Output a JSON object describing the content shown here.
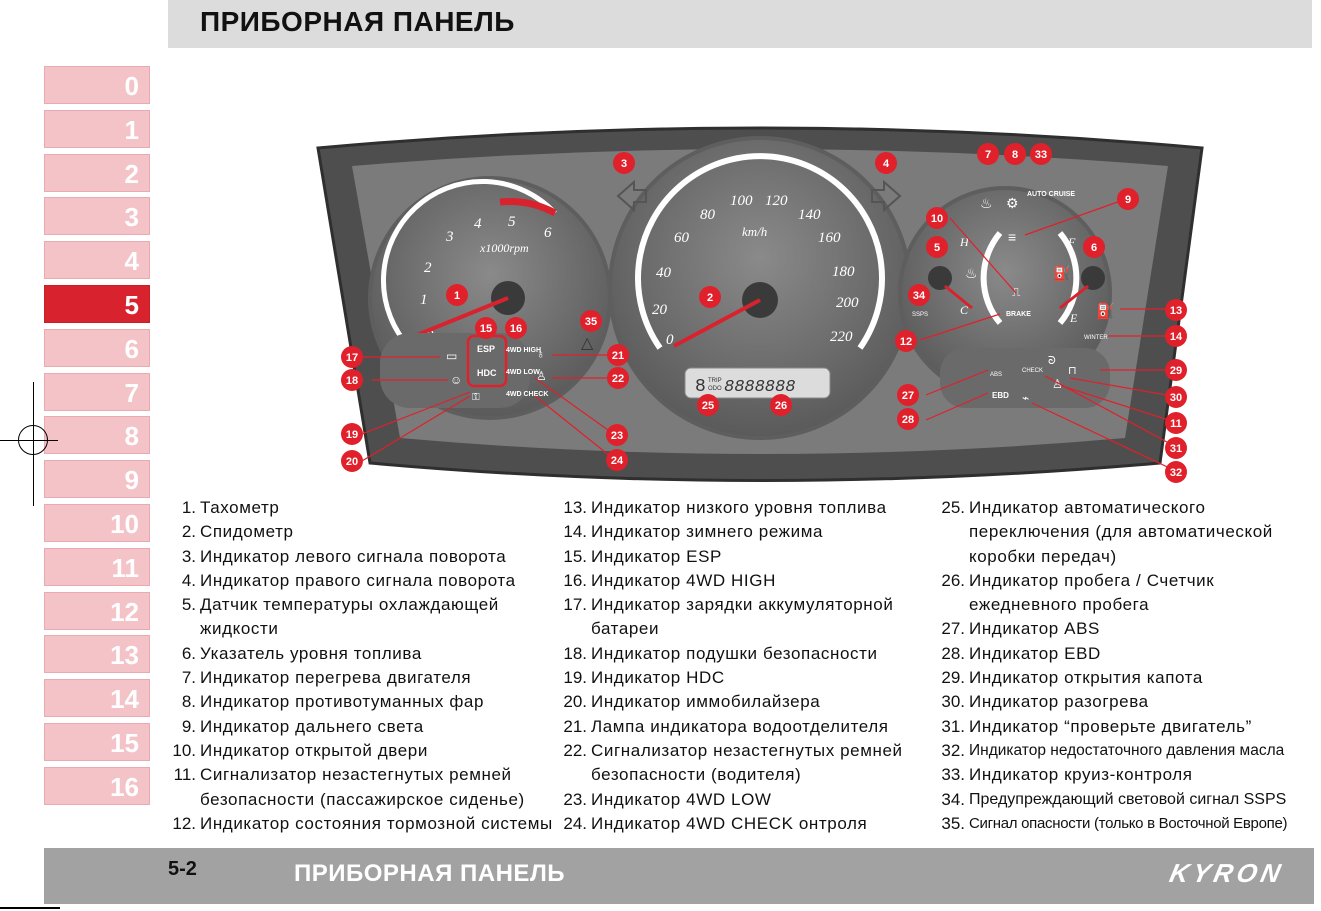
{
  "header": {
    "title": "ПРИБОРНАЯ ПАНЕЛЬ"
  },
  "chapters": [
    "0",
    "1",
    "2",
    "3",
    "4",
    "5",
    "6",
    "7",
    "8",
    "9",
    "10",
    "11",
    "12",
    "13",
    "14",
    "15",
    "16"
  ],
  "active_chapter": "5",
  "cluster": {
    "tach_ticks": [
      "0",
      "1",
      "2",
      "3",
      "4",
      "5",
      "6"
    ],
    "tach_unit": "x1000rpm",
    "speed_ticks": [
      "0",
      "20",
      "40",
      "60",
      "80",
      "100",
      "120",
      "140",
      "160",
      "180",
      "200",
      "220"
    ],
    "speed_unit": "km/h",
    "temp_labels": [
      "H",
      "C"
    ],
    "fuel_labels": [
      "F",
      "E"
    ],
    "lcd_trip": "TRIP",
    "lcd_odo": "ODO",
    "lcd_digit": "8",
    "lcd_digits": "8888888",
    "ind_esp": "ESP",
    "ind_hdc": "HDC",
    "ind_4wd_high": "4WD HIGH",
    "ind_4wd_low": "4WD LOW",
    "ind_4wd_check": "4WD CHECK",
    "ind_auto_cruise": "AUTO CRUISE",
    "ind_brake": "BRAKE",
    "ind_abs": "ABS",
    "ind_check": "CHECK",
    "ind_ebd": "EBD",
    "ind_winter": "WINTER",
    "ind_ssps": "SSPS",
    "callouts": [
      "1",
      "2",
      "3",
      "4",
      "5",
      "6",
      "7",
      "8",
      "9",
      "10",
      "11",
      "12",
      "13",
      "14",
      "15",
      "16",
      "17",
      "18",
      "19",
      "20",
      "21",
      "22",
      "23",
      "24",
      "25",
      "26",
      "27",
      "28",
      "29",
      "30",
      "31",
      "32",
      "33",
      "34",
      "35"
    ]
  },
  "legend": [
    {
      "n": "1.",
      "t": "Тахометр"
    },
    {
      "n": "2.",
      "t": "Спидометр"
    },
    {
      "n": "3.",
      "t": "Индикатор левого сигнала поворота"
    },
    {
      "n": "4.",
      "t": "Индикатор правого сигнала поворота"
    },
    {
      "n": "5.",
      "t": "Датчик температуры охлаждающей жидкости"
    },
    {
      "n": "6.",
      "t": "Указатель уровня топлива"
    },
    {
      "n": "7.",
      "t": "Индикатор перегрева двигателя"
    },
    {
      "n": "8.",
      "t": "Индикатор противотуманных фар"
    },
    {
      "n": "9.",
      "t": "Индикатор дальнего света"
    },
    {
      "n": "10.",
      "t": "Индикатор открытой двери"
    },
    {
      "n": "11.",
      "t": "Сигнализатор незастегнутых ремней безопасности (пассажирское сиденье)"
    },
    {
      "n": "12.",
      "t": "Индикатор состояния тормозной системы"
    },
    {
      "n": "13.",
      "t": "Индикатор низкого уровня топлива"
    },
    {
      "n": "14.",
      "t": "Индикатор зимнего режима"
    },
    {
      "n": "15.",
      "t": "Индикатор ESP"
    },
    {
      "n": "16.",
      "t": "Индикатор 4WD HIGH"
    },
    {
      "n": "17.",
      "t": "Индикатор зарядки аккумуляторной батареи"
    },
    {
      "n": "18.",
      "t": "Индикатор подушки безопасности"
    },
    {
      "n": "19.",
      "t": "Индикатор HDC"
    },
    {
      "n": "20.",
      "t": "Индикатор иммобилайзера"
    },
    {
      "n": "21.",
      "t": "Лампа индикатора водоотделителя"
    },
    {
      "n": "22.",
      "t": "Сигнализатор незастегнутых ремней безопасности (водителя)"
    },
    {
      "n": "23.",
      "t": "Индикатор 4WD LOW"
    },
    {
      "n": "24.",
      "t": "Индикатор 4WD CHECK онтроля"
    },
    {
      "n": "25.",
      "t": "Индикатор автоматического переключения (для автоматической коробки передач)"
    },
    {
      "n": "26.",
      "t": "Индикатор пробега / Счетчик ежедневного пробега"
    },
    {
      "n": "27.",
      "t": "Индикатор ABS"
    },
    {
      "n": "28.",
      "t": "Индикатор EBD"
    },
    {
      "n": "29.",
      "t": "Индикатор открытия капота"
    },
    {
      "n": "30.",
      "t": "Индикатор разогрева"
    },
    {
      "n": "31.",
      "t": "Индикатор “проверьте двигатель”"
    },
    {
      "n": "32.",
      "t": "Индикатор недостаточного давления масла"
    },
    {
      "n": "33.",
      "t": "Индикатор круиз-контроля"
    },
    {
      "n": "34.",
      "t": "Предупреждающий световой сигнал SSPS"
    },
    {
      "n": "35.",
      "t": "Сигнал опасности (только в Восточной Европе)"
    }
  ],
  "footer": {
    "page": "5-2",
    "title": "ПРИБОРНАЯ ПАНЕЛЬ",
    "brand": "KYRON"
  },
  "colors": {
    "accent": "#d8232f",
    "chapter_tab": "#f4c3c8",
    "callout": "#e0202a"
  }
}
